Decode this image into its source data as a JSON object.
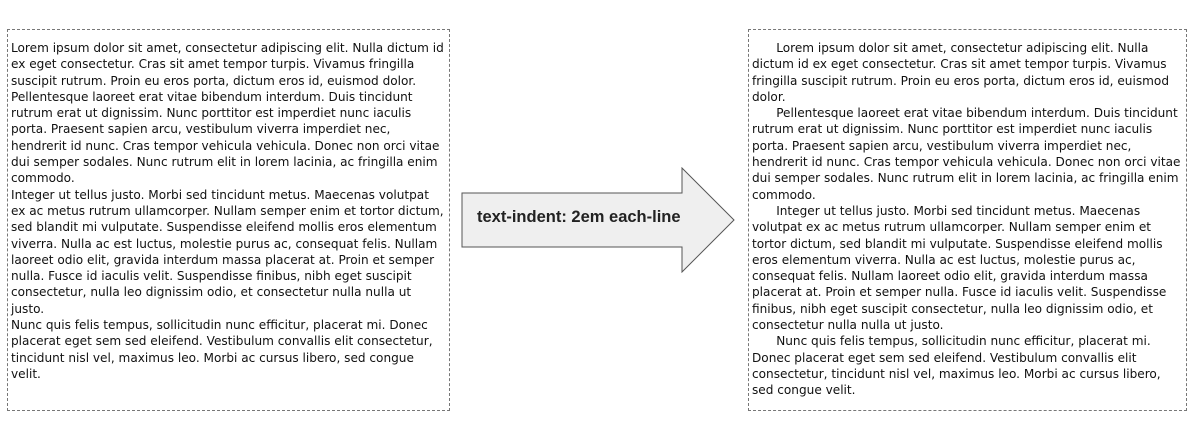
{
  "paragraphs": [
    "Lorem ipsum dolor sit amet, consectetur adipiscing elit. Nulla dictum id ex eget consectetur. Cras sit amet tempor turpis. Vivamus fringilla suscipit rutrum. Proin eu eros porta, dictum eros id, euismod dolor.",
    "Pellentesque laoreet erat vitae bibendum interdum. Duis tincidunt rutrum erat ut dignissim. Nunc porttitor est imperdiet nunc iaculis porta. Praesent sapien arcu, vestibulum viverra imperdiet nec, hendrerit id nunc. Cras tempor vehicula vehicula. Donec non orci vitae dui semper sodales. Nunc rutrum elit in lorem lacinia, ac fringilla enim commodo.",
    "Integer ut tellus justo. Morbi sed tincidunt metus. Maecenas volutpat ex ac metus rutrum ullamcorper. Nullam semper enim et tortor dictum, sed blandit mi vulputate. Suspendisse eleifend mollis eros elementum viverra. Nulla ac est luctus, molestie purus ac, consequat felis. Nullam laoreet odio elit, gravida interdum massa placerat at. Proin et semper nulla. Fusce id iaculis velit. Suspendisse finibus, nibh eget suscipit consectetur, nulla leo dignissim odio, et consectetur nulla nulla ut justo.",
    "Nunc quis felis tempus, sollicitudin nunc efficitur, placerat mi. Donec placerat eget sem sed eleifend. Vestibulum convallis elit consectetur, tincidunt nisl vel, maximus leo. Morbi ac cursus libero, sed congue velit."
  ],
  "arrow": {
    "label": "text-indent: 2em each-line",
    "fill": "#efefef",
    "stroke": "#555555"
  }
}
